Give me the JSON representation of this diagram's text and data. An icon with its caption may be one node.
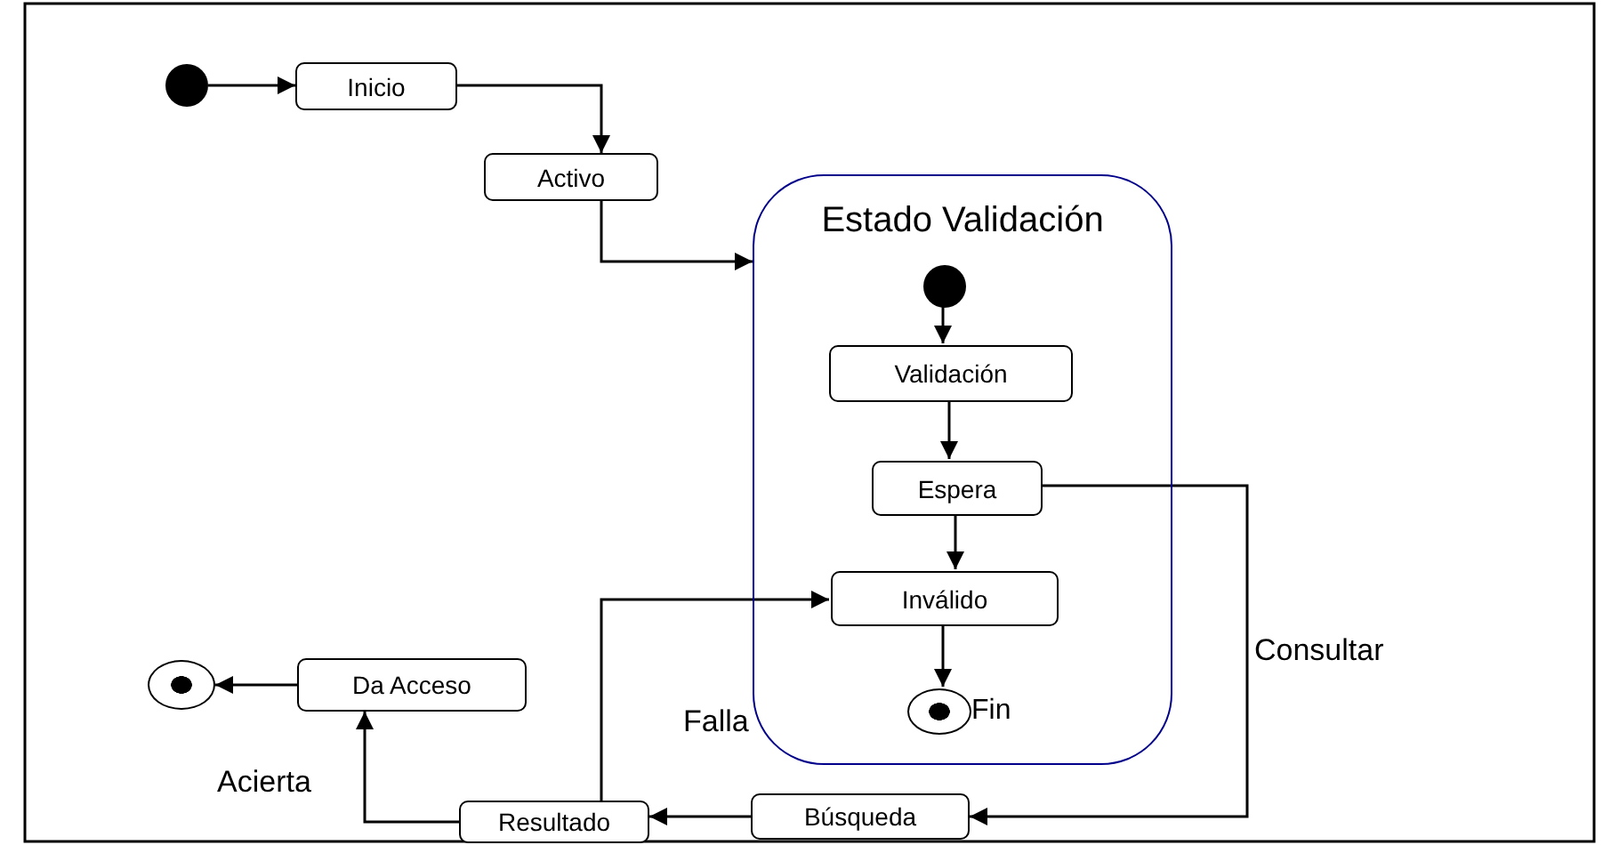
{
  "diagram": {
    "nodes": [
      {
        "text": [],
        "shape": "circle"
      },
      {
        "text": [
          "Inicio"
        ]
      },
      {
        "text": [
          "Activo"
        ]
      },
      {
        "text": [
          "Estado Validación"
        ]
      },
      {
        "text": [],
        "shape": "circle",
        "in": 3
      },
      {
        "text": [
          "Validación"
        ],
        "in": 3
      },
      {
        "text": [
          "Espera"
        ],
        "in": 3
      },
      {
        "text": [
          "Inválido"
        ],
        "in": 3
      },
      {
        "text": [],
        "shape": "circle",
        "in": 3,
        "beside": [
          "Fin"
        ]
      },
      {
        "text": [
          "Búsqueda"
        ]
      },
      {
        "text": [
          "Resultado"
        ]
      },
      {
        "text": [
          "Da Acceso"
        ]
      },
      {
        "text": [],
        "shape": "circle"
      }
    ],
    "edges": [
      {
        "from": 0,
        "to": 1,
        "arrow": "to"
      },
      {
        "from": 1,
        "to": 2,
        "arrow": "to"
      },
      {
        "from": 2,
        "to": 3,
        "arrow": "to"
      },
      {
        "from": 4,
        "to": 5,
        "arrow": "to"
      },
      {
        "from": 5,
        "to": 6,
        "arrow": "to"
      },
      {
        "from": 6,
        "to": 7,
        "arrow": "to"
      },
      {
        "from": 7,
        "to": 8,
        "arrow": "to"
      },
      {
        "from": 6,
        "to": 9,
        "arrow": "to",
        "label": "Consultar"
      },
      {
        "from": 9,
        "to": 10,
        "arrow": "to"
      },
      {
        "from": 10,
        "to": 7,
        "arrow": "to",
        "label": "Falla"
      },
      {
        "from": 10,
        "to": 11,
        "arrow": "to",
        "label": "Acierta"
      },
      {
        "from": 11,
        "to": 12,
        "arrow": "to"
      }
    ]
  }
}
